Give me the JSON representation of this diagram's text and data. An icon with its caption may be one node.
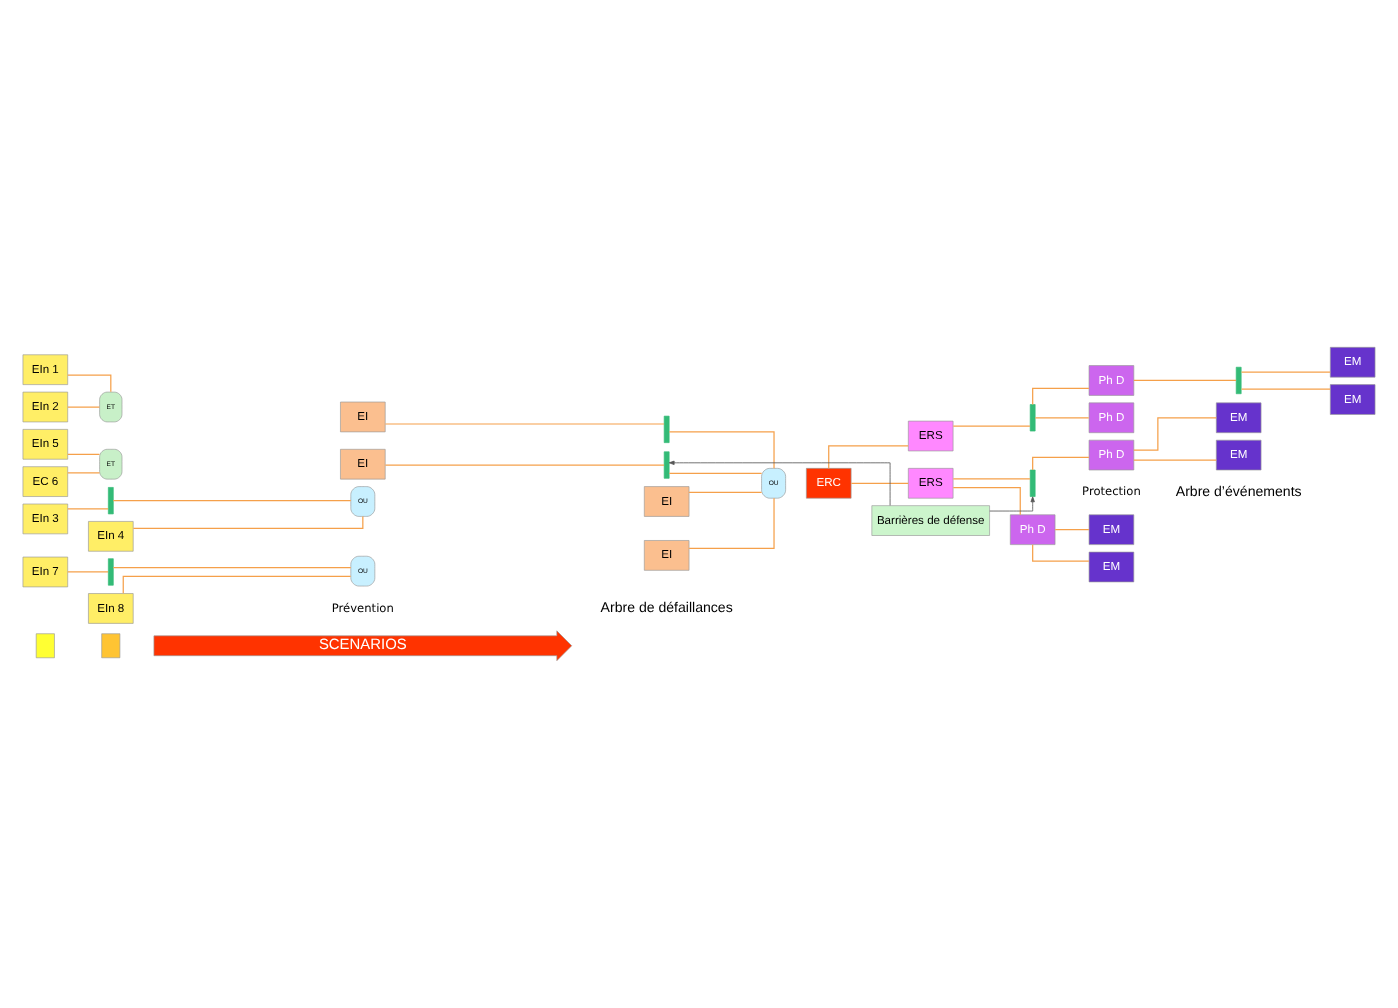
{
  "diagram": {
    "nodes": [
      {
        "text": [],
        "shape": "box"
      },
      {
        "text": [],
        "shape": "box"
      },
      {
        "text": [
          "SCENARIOS"
        ]
      },
      {
        "text": [
          "EIn 1"
        ]
      },
      {
        "text": [
          "EIn 2"
        ]
      },
      {
        "text": [
          "ET"
        ]
      },
      {
        "text": [
          "EI"
        ]
      },
      {
        "text": [],
        "shape": "bar"
      },
      {
        "text": [
          "EIn 3"
        ]
      },
      {
        "text": [],
        "shape": "bar"
      },
      {
        "text": [
          "EIn 4"
        ]
      },
      {
        "text": [
          "OU"
        ]
      },
      {
        "text": [
          "EI"
        ]
      },
      {
        "text": [
          "EIn 5"
        ]
      },
      {
        "text": [
          "EC 6"
        ]
      },
      {
        "text": [
          "ET"
        ]
      },
      {
        "text": [
          "EI"
        ]
      },
      {
        "text": [],
        "shape": "bar"
      },
      {
        "text": [
          "EIn 7"
        ]
      },
      {
        "text": [],
        "shape": "bar"
      },
      {
        "text": [
          "EIn 8"
        ]
      },
      {
        "text": [
          "OU"
        ]
      },
      {
        "text": [
          "EI"
        ]
      },
      {
        "text": [
          "OU"
        ]
      },
      {
        "text": [
          "ERC"
        ]
      },
      {
        "text": [
          "ERS"
        ]
      },
      {
        "text": [],
        "shape": "bar"
      },
      {
        "text": [
          "Ph D"
        ]
      },
      {
        "text": [],
        "shape": "bar"
      },
      {
        "text": [
          "EM"
        ]
      },
      {
        "text": [
          "EM"
        ]
      },
      {
        "text": [
          "Ph D"
        ]
      },
      {
        "text": [
          "ERS"
        ]
      },
      {
        "text": [],
        "shape": "bar"
      },
      {
        "text": [
          "Ph D"
        ]
      },
      {
        "text": [
          "EM"
        ]
      },
      {
        "text": [
          "EM"
        ]
      },
      {
        "text": [
          "Ph D"
        ]
      },
      {
        "text": [
          "EM"
        ]
      },
      {
        "text": [
          "EM"
        ]
      },
      {
        "text": [
          "Barrières de défense"
        ]
      }
    ],
    "edges": [
      {
        "from": 3,
        "to": 5,
        "arrow": "none"
      },
      {
        "from": 4,
        "to": 5,
        "arrow": "none"
      },
      {
        "from": 6,
        "to": 7,
        "arrow": "none"
      },
      {
        "from": 7,
        "to": 23,
        "arrow": "none"
      },
      {
        "from": 8,
        "to": 9,
        "arrow": "none"
      },
      {
        "from": 9,
        "to": 11,
        "arrow": "none"
      },
      {
        "from": 10,
        "to": 11,
        "arrow": "none"
      },
      {
        "from": 12,
        "to": 23,
        "arrow": "none"
      },
      {
        "from": 13,
        "to": 15,
        "arrow": "none"
      },
      {
        "from": 14,
        "to": 15,
        "arrow": "none"
      },
      {
        "from": 16,
        "to": 17,
        "arrow": "none"
      },
      {
        "from": 17,
        "to": 23,
        "arrow": "none"
      },
      {
        "from": 18,
        "to": 19,
        "arrow": "none"
      },
      {
        "from": 19,
        "to": 21,
        "arrow": "none"
      },
      {
        "from": 20,
        "to": 21,
        "arrow": "none"
      },
      {
        "from": 22,
        "to": 23,
        "arrow": "none"
      },
      {
        "from": 24,
        "to": 25,
        "arrow": "none"
      },
      {
        "from": 24,
        "to": 32,
        "arrow": "none"
      },
      {
        "from": 25,
        "to": 26,
        "arrow": "none"
      },
      {
        "from": 26,
        "to": 27,
        "arrow": "none"
      },
      {
        "from": 26,
        "to": 31,
        "arrow": "none"
      },
      {
        "from": 27,
        "to": 28,
        "arrow": "none"
      },
      {
        "from": 28,
        "to": 29,
        "arrow": "none"
      },
      {
        "from": 28,
        "to": 30,
        "arrow": "none"
      },
      {
        "from": 32,
        "to": 33,
        "arrow": "none"
      },
      {
        "from": 33,
        "to": 34,
        "arrow": "none"
      },
      {
        "from": 32,
        "to": 37,
        "arrow": "none"
      },
      {
        "from": 34,
        "to": 35,
        "arrow": "none"
      },
      {
        "from": 34,
        "to": 36,
        "arrow": "none"
      },
      {
        "from": 37,
        "to": 38,
        "arrow": "none"
      },
      {
        "from": 37,
        "to": 39,
        "arrow": "none"
      },
      {
        "from": 40,
        "to": 17,
        "arrow": "to",
        "color": "#555555"
      },
      {
        "from": 40,
        "to": 33,
        "arrow": "to",
        "color": "#555555"
      }
    ],
    "labels": [
      "Prévention",
      "Protection",
      "Arbre de défaillances",
      "Arbre d’événements"
    ]
  }
}
